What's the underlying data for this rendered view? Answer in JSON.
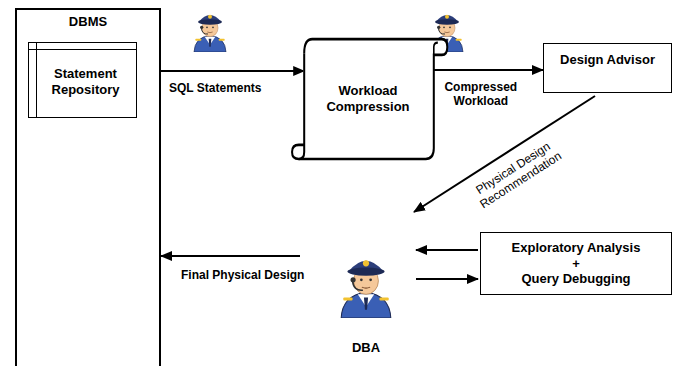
{
  "diagram": {
    "nodes": [
      {
        "text": [
          "DBMS"
        ]
      },
      {
        "text": [
          "Statement Repository"
        ],
        "in": 0
      },
      {
        "text": [
          "Workload Compression"
        ]
      },
      {
        "text": [
          "Design Advisor"
        ]
      },
      {
        "text": [
          "DBA"
        ]
      },
      {
        "text": [
          "Exploratory Analysis + Query Debugging"
        ]
      }
    ],
    "edges": [
      {
        "from": 1,
        "to": 2,
        "arrow": "to",
        "label": "SQL Statements"
      },
      {
        "from": 2,
        "to": 3,
        "arrow": "to",
        "label": "Compressed Workload"
      },
      {
        "from": 3,
        "to": 4,
        "arrow": "to",
        "label": "Physical Design Recommendation"
      },
      {
        "from": 5,
        "to": 4,
        "arrow": "to"
      },
      {
        "from": 4,
        "to": 5,
        "arrow": "to"
      },
      {
        "from": 4,
        "to": 0,
        "arrow": "to",
        "label": "Final Physical Design"
      }
    ]
  }
}
